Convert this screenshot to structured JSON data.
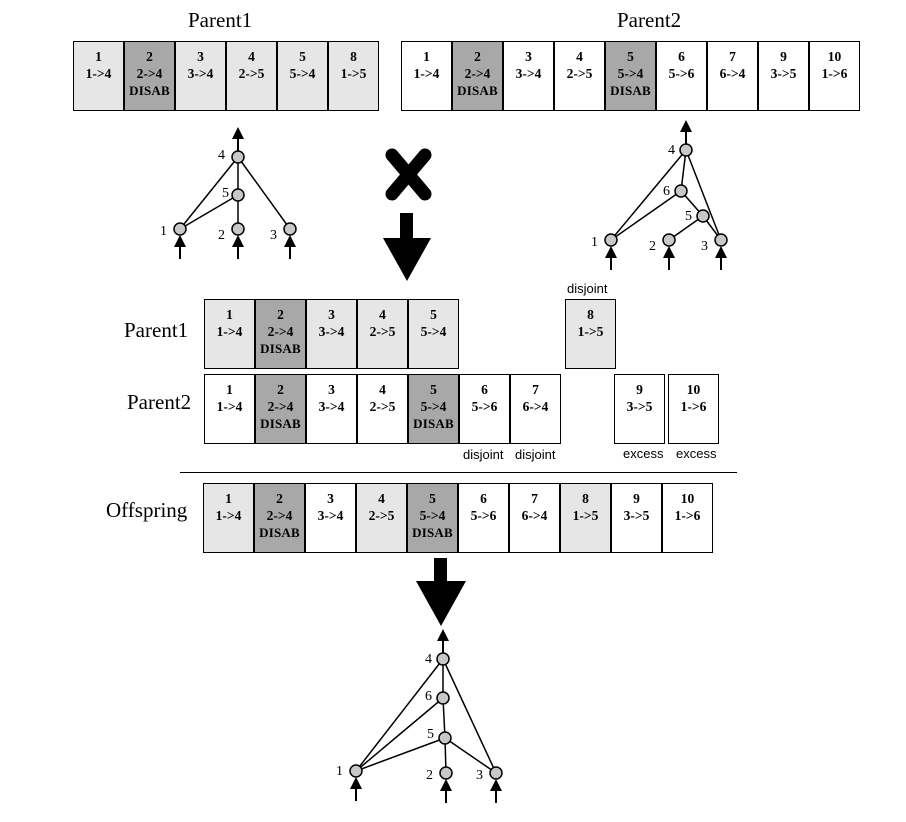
{
  "labels": {
    "parent1_top": "Parent1",
    "parent2_top": "Parent2",
    "parent1_row": "Parent1",
    "parent2_row": "Parent2",
    "offspring_row": "Offspring"
  },
  "annotations": {
    "disjoint_top": "disjoint",
    "disjoint_6": "disjoint",
    "disjoint_7": "disjoint",
    "excess_9": "excess",
    "excess_10": "excess"
  },
  "colors": {
    "matching_gene": "#e6e6e6",
    "disabled_gene": "#a8a8a8",
    "other_gene": "#ffffff",
    "node_fill": "#c8c8c8"
  },
  "genomes": {
    "parent1_top": [
      {
        "innov": "1",
        "conn": "1->4",
        "disabled": "",
        "shade": "light"
      },
      {
        "innov": "2",
        "conn": "2->4",
        "disabled": "DISAB",
        "shade": "dark"
      },
      {
        "innov": "3",
        "conn": "3->4",
        "disabled": "",
        "shade": "light"
      },
      {
        "innov": "4",
        "conn": "2->5",
        "disabled": "",
        "shade": "light"
      },
      {
        "innov": "5",
        "conn": "5->4",
        "disabled": "",
        "shade": "light"
      },
      {
        "innov": "8",
        "conn": "1->5",
        "disabled": "",
        "shade": "light"
      }
    ],
    "parent2_top": [
      {
        "innov": "1",
        "conn": "1->4",
        "disabled": "",
        "shade": "none"
      },
      {
        "innov": "2",
        "conn": "2->4",
        "disabled": "DISAB",
        "shade": "dark"
      },
      {
        "innov": "3",
        "conn": "3->4",
        "disabled": "",
        "shade": "none"
      },
      {
        "innov": "4",
        "conn": "2->5",
        "disabled": "",
        "shade": "none"
      },
      {
        "innov": "5",
        "conn": "5->4",
        "disabled": "DISAB",
        "shade": "dark"
      },
      {
        "innov": "6",
        "conn": "5->6",
        "disabled": "",
        "shade": "none"
      },
      {
        "innov": "7",
        "conn": "6->4",
        "disabled": "",
        "shade": "none"
      },
      {
        "innov": "9",
        "conn": "3->5",
        "disabled": "",
        "shade": "none"
      },
      {
        "innov": "10",
        "conn": "1->6",
        "disabled": "",
        "shade": "none"
      }
    ],
    "parent1_aligned": [
      {
        "innov": "1",
        "conn": "1->4",
        "disabled": "",
        "shade": "light"
      },
      {
        "innov": "2",
        "conn": "2->4",
        "disabled": "DISAB",
        "shade": "dark"
      },
      {
        "innov": "3",
        "conn": "3->4",
        "disabled": "",
        "shade": "light"
      },
      {
        "innov": "4",
        "conn": "2->5",
        "disabled": "",
        "shade": "light"
      },
      {
        "innov": "5",
        "conn": "5->4",
        "disabled": "",
        "shade": "light"
      },
      {
        "innov": "8",
        "conn": "1->5",
        "disabled": "",
        "shade": "light"
      }
    ],
    "parent2_aligned": [
      {
        "innov": "1",
        "conn": "1->4",
        "disabled": "",
        "shade": "none"
      },
      {
        "innov": "2",
        "conn": "2->4",
        "disabled": "DISAB",
        "shade": "dark"
      },
      {
        "innov": "3",
        "conn": "3->4",
        "disabled": "",
        "shade": "none"
      },
      {
        "innov": "4",
        "conn": "2->5",
        "disabled": "",
        "shade": "none"
      },
      {
        "innov": "5",
        "conn": "5->4",
        "disabled": "DISAB",
        "shade": "dark"
      },
      {
        "innov": "6",
        "conn": "5->6",
        "disabled": "",
        "shade": "none"
      },
      {
        "innov": "7",
        "conn": "6->4",
        "disabled": "",
        "shade": "none"
      },
      {
        "innov": "9",
        "conn": "3->5",
        "disabled": "",
        "shade": "none"
      },
      {
        "innov": "10",
        "conn": "1->6",
        "disabled": "",
        "shade": "none"
      }
    ],
    "offspring": [
      {
        "innov": "1",
        "conn": "1->4",
        "disabled": "",
        "shade": "light"
      },
      {
        "innov": "2",
        "conn": "2->4",
        "disabled": "DISAB",
        "shade": "dark"
      },
      {
        "innov": "3",
        "conn": "3->4",
        "disabled": "",
        "shade": "none"
      },
      {
        "innov": "4",
        "conn": "2->5",
        "disabled": "",
        "shade": "light"
      },
      {
        "innov": "5",
        "conn": "5->4",
        "disabled": "DISAB",
        "shade": "dark"
      },
      {
        "innov": "6",
        "conn": "5->6",
        "disabled": "",
        "shade": "none"
      },
      {
        "innov": "7",
        "conn": "6->4",
        "disabled": "",
        "shade": "none"
      },
      {
        "innov": "8",
        "conn": "1->5",
        "disabled": "",
        "shade": "light"
      },
      {
        "innov": "9",
        "conn": "3->5",
        "disabled": "",
        "shade": "none"
      },
      {
        "innov": "10",
        "conn": "1->6",
        "disabled": "",
        "shade": "none"
      }
    ]
  },
  "networks": {
    "parent1": {
      "node_labels": [
        "1",
        "2",
        "3",
        "4",
        "5"
      ],
      "edges": [
        [
          "1",
          "4"
        ],
        [
          "1",
          "5"
        ],
        [
          "2",
          "5"
        ],
        [
          "3",
          "4"
        ],
        [
          "5",
          "4"
        ]
      ]
    },
    "parent2": {
      "node_labels": [
        "1",
        "2",
        "3",
        "4",
        "5",
        "6"
      ],
      "edges": [
        [
          "1",
          "4"
        ],
        [
          "1",
          "6"
        ],
        [
          "2",
          "5"
        ],
        [
          "3",
          "4"
        ],
        [
          "5",
          "6"
        ],
        [
          "6",
          "4"
        ],
        [
          "3",
          "5"
        ]
      ]
    },
    "offspring": {
      "node_labels": [
        "1",
        "2",
        "3",
        "4",
        "5",
        "6"
      ],
      "edges": [
        [
          "1",
          "4"
        ],
        [
          "1",
          "5"
        ],
        [
          "1",
          "6"
        ],
        [
          "2",
          "5"
        ],
        [
          "3",
          "4"
        ],
        [
          "5",
          "6"
        ],
        [
          "6",
          "4"
        ],
        [
          "3",
          "5"
        ]
      ]
    }
  },
  "symbols": {
    "crossover": "cross-icon",
    "flow": "down-arrow-icon"
  }
}
